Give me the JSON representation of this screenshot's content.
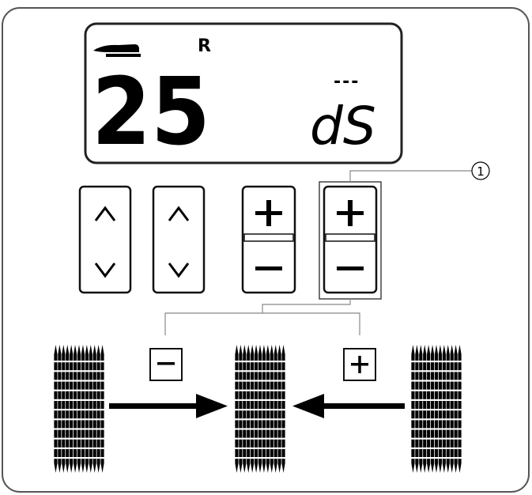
{
  "display": {
    "stitch_number": "25",
    "indicator_r": "R",
    "right_value": "dS",
    "right_marker": "---"
  },
  "callout": {
    "number": "1"
  },
  "buttons": {
    "up_glyph": "^",
    "down_glyph": "v",
    "plus_glyph": "+",
    "minus_glyph": "−"
  },
  "density_keys": {
    "minus_label": "−",
    "plus_label": "+"
  },
  "icons": {
    "presser_foot": "presser-foot-icon",
    "arrow_right": "arrow-right-icon",
    "arrow_left": "arrow-left-icon",
    "stitch_sparse": "satin-stitch-icon"
  },
  "colors": {
    "ink": "#000000",
    "frame": "#555555",
    "leader": "#888888",
    "background": "#ffffff"
  }
}
